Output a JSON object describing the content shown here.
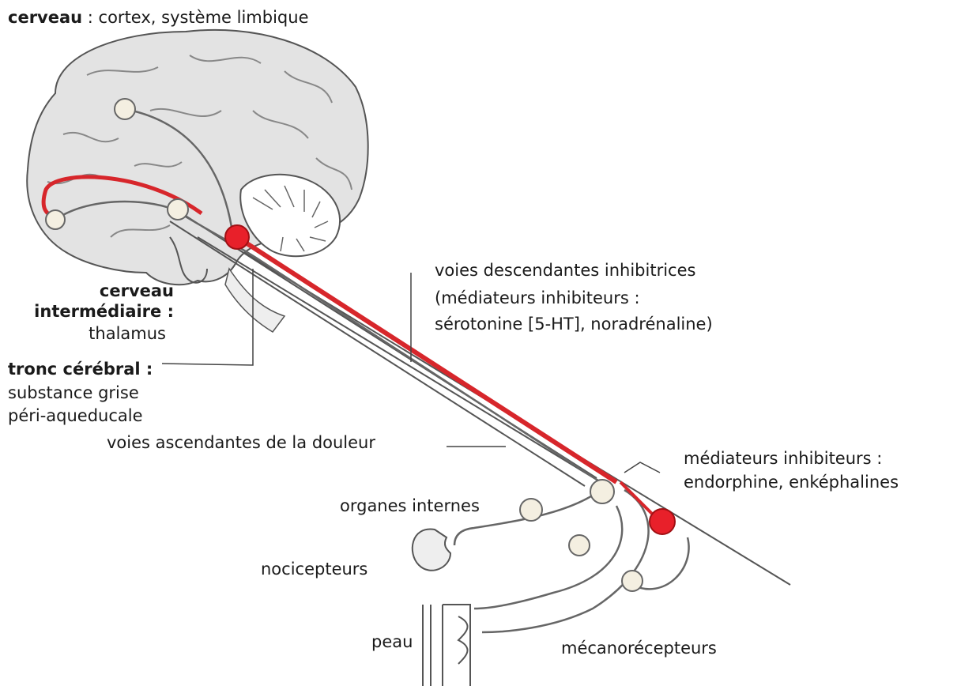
{
  "labels": {
    "brain_bold": "cerveau",
    "brain_rest": " : cortex, système limbique",
    "interbrain_1": "cerveau",
    "interbrain_2": "intermédiaire :",
    "interbrain_3": "thalamus",
    "brainstem_1": "tronc cérébral :",
    "brainstem_2": "substance grise",
    "brainstem_3": "péri-aqueducale",
    "descending_1": "voies descendantes inhibitrices",
    "descending_2": "(médiateurs inhibiteurs :",
    "descending_3": "sérotonine [5-HT], noradrénaline)",
    "ascending": "voies ascendantes de la douleur",
    "mediators_1": "médiateurs inhibiteurs :",
    "mediators_2": "endorphine, enképhalines",
    "internal_organs": "organes internes",
    "nociceptors": "nocicepteurs",
    "skin": "peau",
    "mechanoreceptors": "mécanorécepteurs"
  },
  "colors": {
    "inhibitory_pathway": "#d7262b",
    "inhibitory_neuron": "#e8202a",
    "neuron_body": "#f4efe1",
    "brain_fill": "#e3e3e3",
    "outline": "#555555"
  }
}
